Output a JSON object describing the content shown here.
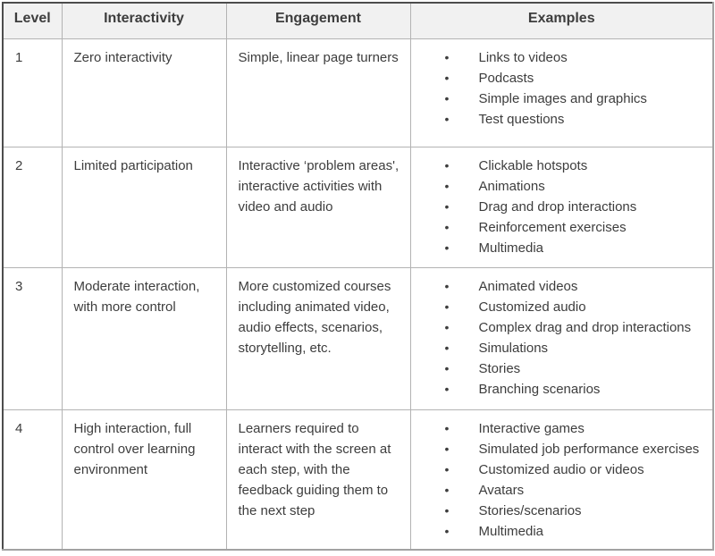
{
  "table": {
    "columns": {
      "level": "Level",
      "interactivity": "Interactivity",
      "engagement": "Engagement",
      "examples": "Examples"
    },
    "bullet_glyph": "•",
    "rows": [
      {
        "level": "1",
        "interactivity": "Zero interactivity",
        "engagement": "Simple, linear page turners",
        "examples": [
          "Links to videos",
          "Podcasts",
          "Simple images and graphics",
          "Test questions"
        ]
      },
      {
        "level": "2",
        "interactivity": "Limited participation",
        "engagement": "Interactive ‘problem areas', interactive activities with video and audio",
        "examples": [
          "Clickable hotspots",
          "Animations",
          "Drag and drop interactions",
          "Reinforcement exercises",
          "Multimedia"
        ]
      },
      {
        "level": "3",
        "interactivity": "Moderate interaction, with more control",
        "engagement": "More customized courses including animated video, audio effects, scenarios, storytelling, etc.",
        "examples": [
          "Animated videos",
          "Customized audio",
          "Complex drag and drop interactions",
          "Simulations",
          "Stories",
          "Branching scenarios"
        ]
      },
      {
        "level": "4",
        "interactivity": "High interaction, full control over learning environment",
        "engagement": "Learners required to interact with the screen at each step, with the feedback guiding them to the next step",
        "examples": [
          "Interactive games",
          "Simulated job performance exercises",
          "Customized audio or videos",
          "Avatars",
          "Stories/scenarios",
          "Multimedia"
        ]
      }
    ]
  },
  "colors": {
    "header_bg": "#f1f1f1",
    "text": "#3d3d3d",
    "outer_border_dark": "#4d4d4d",
    "outer_border_light": "#a2a2a2",
    "inner_border": "#b3b3b3"
  }
}
